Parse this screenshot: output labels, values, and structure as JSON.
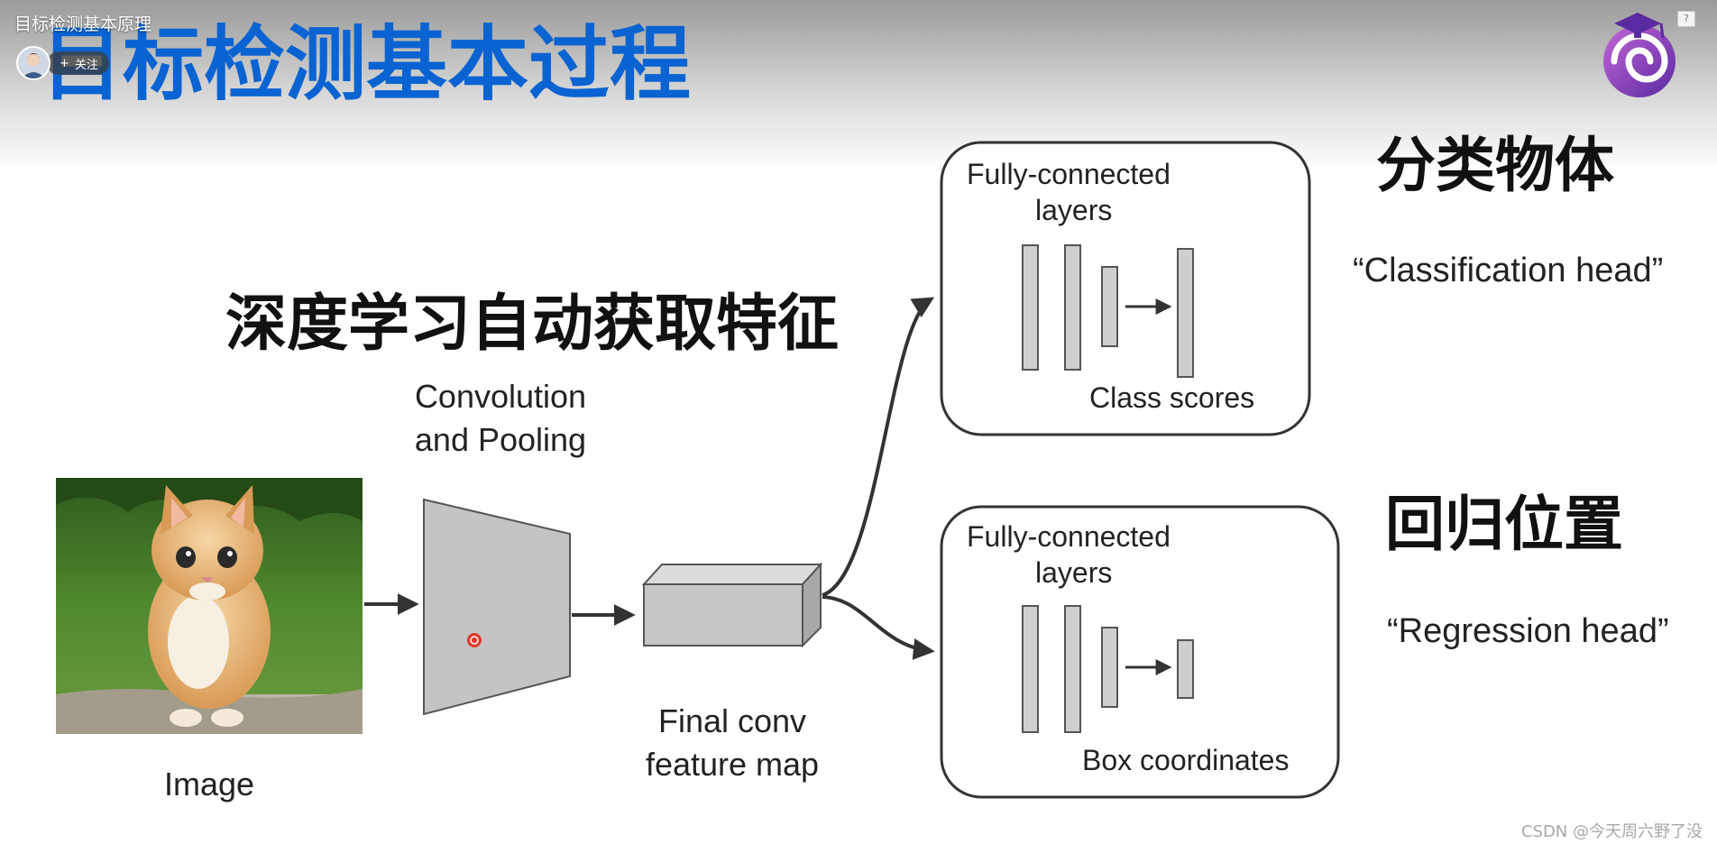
{
  "video": {
    "title": "目标检测基本原理",
    "follow_label": "关注",
    "follow_icon": "+",
    "help_label": "?"
  },
  "slide": {
    "title": "目标检测基本过程",
    "title_color": "#0a63d2",
    "feature_note": "深度学习自动获取特征",
    "image_label": "Image",
    "conv_label": [
      "Convolution",
      "and Pooling"
    ],
    "feature_map_label": [
      "Final conv",
      "feature map"
    ],
    "heads": [
      {
        "box_title": [
          "Fully-connected",
          "layers"
        ],
        "output_label": "Class scores",
        "zh_title": "分类物体",
        "en_caption": "“Classification head”"
      },
      {
        "box_title": [
          "Fully-connected",
          "layers"
        ],
        "output_label": "Box coordinates",
        "zh_title": "回归位置",
        "en_caption": "“Regression head”"
      }
    ]
  },
  "watermark": "CSDN @今天周六野了没"
}
